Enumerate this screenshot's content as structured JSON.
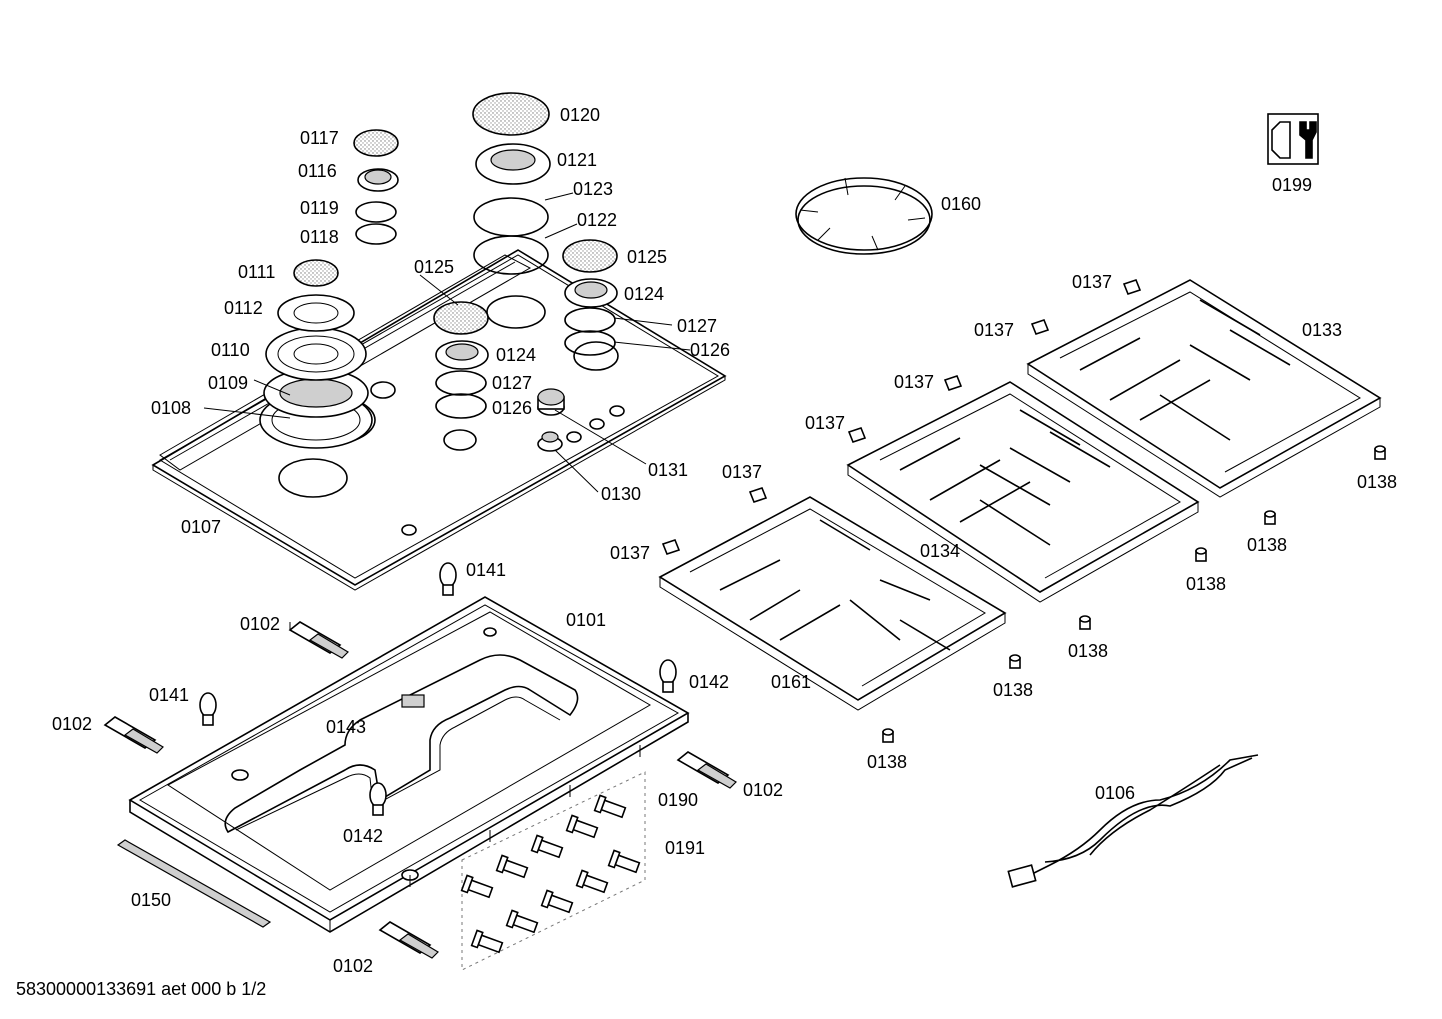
{
  "diagram": {
    "labels": {
      "p0101": "0101",
      "p0102a": "0102",
      "p0102b": "0102",
      "p0102c": "0102",
      "p0102d": "0102",
      "p0106": "0106",
      "p0107": "0107",
      "p0108": "0108",
      "p0109": "0109",
      "p0110": "0110",
      "p0111": "0111",
      "p0112": "0112",
      "p0116": "0116",
      "p0117": "0117",
      "p0118": "0118",
      "p0119": "0119",
      "p0120": "0120",
      "p0121": "0121",
      "p0122": "0122",
      "p0123": "0123",
      "p0124a": "0124",
      "p0124b": "0124",
      "p0125a": "0125",
      "p0125b": "0125",
      "p0126a": "0126",
      "p0126b": "0126",
      "p0127a": "0127",
      "p0127b": "0127",
      "p0130": "0130",
      "p0131": "0131",
      "p0133": "0133",
      "p0134": "0134",
      "p0137a": "0137",
      "p0137b": "0137",
      "p0137c": "0137",
      "p0137d": "0137",
      "p0137e": "0137",
      "p0137f": "0137",
      "p0138a": "0138",
      "p0138b": "0138",
      "p0138c": "0138",
      "p0138d": "0138",
      "p0138e": "0138",
      "p0138f": "0138",
      "p0141a": "0141",
      "p0141b": "0141",
      "p0142a": "0142",
      "p0142b": "0142",
      "p0143": "0143",
      "p0150": "0150",
      "p0160": "0160",
      "p0161": "0161",
      "p0190": "0190",
      "p0191": "0191",
      "p0199": "0199"
    },
    "icons": {
      "service": "nut-wrench-icon"
    }
  },
  "footer": {
    "doc_id": "58300000133691 aet 000 b 1/2"
  }
}
